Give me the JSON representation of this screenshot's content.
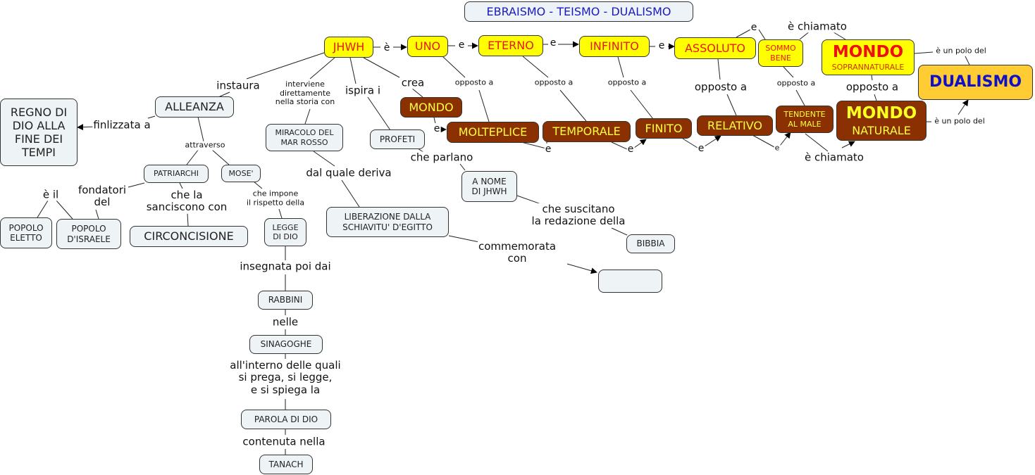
{
  "title": "EBRAISMO - TEISMO - DUALISMO",
  "nodes": {
    "jhwh": "JHWH",
    "uno": "UNO",
    "eterno": "ETERNO",
    "infinito": "INFINITO",
    "assoluto": "ASSOLUTO",
    "sommo_bene": "SOMMO\nBENE",
    "mondo_sopra_big": "MONDO",
    "mondo_sopra_small": "SOPRANNATURALE",
    "dualismo": "DUALISMO",
    "mondo": "MONDO",
    "molteplice": "MOLTEPLICE",
    "temporale": "TEMPORALE",
    "finito": "FINITO",
    "relativo": "RELATIVO",
    "tendente": "TENDENTE\nAL  MALE",
    "mondo_nat_big": "MONDO",
    "mondo_nat_small": "NATURALE",
    "regno": "REGNO DI\nDIO ALLA\nFINE DEI\nTEMPI",
    "alleanza": "ALLEANZA",
    "miracolo": "MIRACOLO DEL\nMAR ROSSO",
    "profeti": "PROFETI",
    "patriarchi": "PATRIARCHI",
    "mose": "MOSE'",
    "popolo_eletto": "POPOLO\nELETTO",
    "popolo_israele": "POPOLO\nD'ISRAELE",
    "circoncisione": "CIRCONCISIONE",
    "legge": "LEGGE\nDI DIO",
    "liberazione": "LIBERAZIONE DALLA\nSCHIAVITU' D'EGITTO",
    "a_nome": "A NOME\nDI JHWH",
    "bibbia": "BIBBIA",
    "empty": "",
    "rabbini": "RABBINI",
    "sinagoghe": "SINAGOGHE",
    "parola": "PAROLA DI DIO",
    "tanach": "TANACH"
  },
  "links": {
    "e_jhwh_uno": "è",
    "e_uno_eterno": "e",
    "e_eterno_infinito": "e",
    "e_infinito_assoluto": "e",
    "e_assoluto_sommo": "e",
    "chiamato_top": "è chiamato",
    "polo_top": "è un polo del",
    "polo_bottom": "è un polo del",
    "opposto_uno": "opposto a",
    "opposto_eterno": "opposto a",
    "opposto_infinito": "opposto a",
    "opposto_assoluto": "opposto a",
    "opposto_sommo": "opposto a",
    "opposto_mondo": "opposto a",
    "crea": "crea",
    "ispira": "ispira i",
    "interviene": "interviene\ndirettamente\nnella storia con",
    "instaura": "instaura",
    "finalizzata": "finlizzata a",
    "attraverso": "attraverso",
    "e_mondo_molt": "e",
    "e_molt_temp": "e",
    "e_temp_fin": "e",
    "e_fin_rel": "e",
    "e_rel_tend": "e",
    "chiamato_bottom": "è chiamato",
    "e_il": "è il",
    "fondatori": "fondatori\ndel",
    "sanciscono": "che la\nsanciscono con",
    "impone": "che impone\nil rispetto della",
    "dal_quale": "dal quale deriva",
    "parlano": "che parlano",
    "suscitano": "che suscitano\nla redazione della",
    "commemorata": "commemorata\ncon",
    "insegnata": "insegnata poi dai",
    "nelle": "nelle",
    "interno": "all'interno delle quali\nsi prega, si  legge,\ne  si spiega la",
    "contenuta": "contenuta nella"
  },
  "colors": {
    "yellow_node": "#ffff00",
    "yellow_text": "#e81818",
    "brown_node": "#8b3000",
    "brown_text": "#ffff40",
    "gold_node": "#ffcc33",
    "blue_text": "#1010c8",
    "light_node": "#eef3f6"
  }
}
